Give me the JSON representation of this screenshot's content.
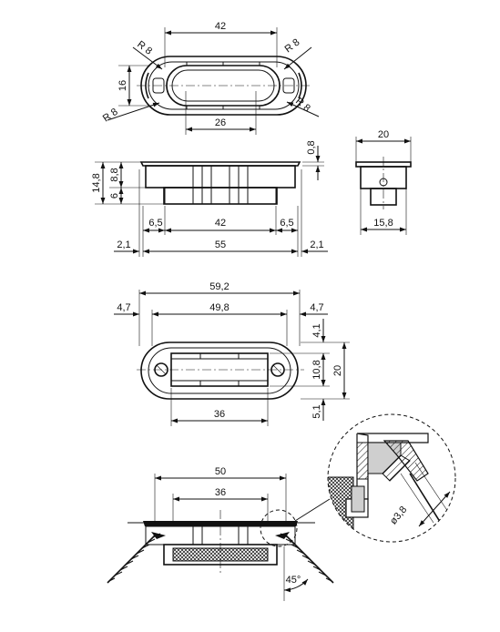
{
  "top_view": {
    "dim_width": "42",
    "dim_height": "16",
    "dim_inner": "26",
    "radius_tl": "R 8",
    "radius_tr": "R 8",
    "radius_bl": "R 8",
    "radius_br": "R 8"
  },
  "side_view": {
    "dim_flange": "0,8",
    "dim_total_h": "14,8",
    "dim_upper": "8,8",
    "dim_lower": "6",
    "dim_left_step": "6,5",
    "dim_center": "42",
    "dim_right_step": "6,5",
    "dim_left_lip": "2,1",
    "dim_body": "55",
    "dim_right_lip": "2,1"
  },
  "end_view": {
    "dim_top": "20",
    "dim_bottom": "15,8"
  },
  "plan_view": {
    "dim_outer": "59,2",
    "dim_left": "4,7",
    "dim_inner": "49,8",
    "dim_right": "4,7",
    "dim_top_off": "4,1",
    "dim_slot": "10,8",
    "dim_height": "20",
    "dim_bottom_off": "5,1",
    "dim_hole": "36"
  },
  "install_view": {
    "dim_outer": "50",
    "dim_inner": "36",
    "dim_angle": "45°",
    "dim_screw": "ø3,8"
  }
}
